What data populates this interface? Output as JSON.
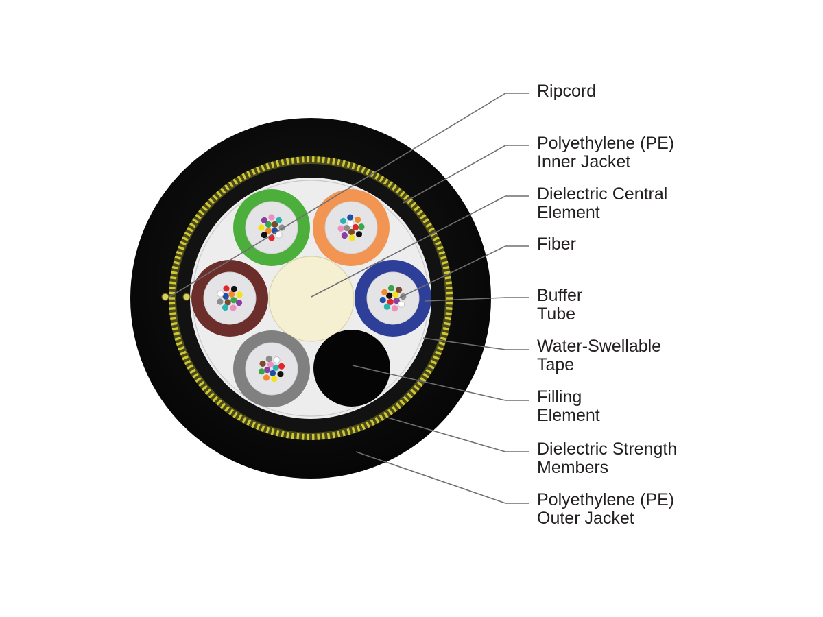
{
  "colors": {
    "outer_jacket": "#0c0c0c",
    "inner_jacket": "#121212",
    "strength_member_yellow": "#cfc832",
    "strength_member_dark": "#4a4a1e",
    "tape": "#ededee",
    "central_element": "#f5f0d2",
    "filling_element": "#050505",
    "leader_line": "#6d6e71",
    "label_text": "#231f20"
  },
  "buffer_tubes": [
    {
      "color": "#4caf3c"
    },
    {
      "color": "#f39552"
    },
    {
      "color": "#2e3f9a"
    },
    {
      "color": "#808080"
    },
    {
      "color": "#6b2e2a"
    }
  ],
  "fiber_colors": [
    "#1f4fa8",
    "#f18a2b",
    "#3aa64a",
    "#7a4a2a",
    "#8c8c8c",
    "#ffffff",
    "#e3262c",
    "#111111",
    "#f3e21b",
    "#8c3fa0",
    "#ef8fbf",
    "#2ab3b0"
  ],
  "labels": [
    {
      "lines": [
        "Ripcord"
      ]
    },
    {
      "lines": [
        "Polyethylene (PE)",
        "Inner Jacket"
      ]
    },
    {
      "lines": [
        "Dielectric Central",
        "Element"
      ]
    },
    {
      "lines": [
        "Fiber"
      ]
    },
    {
      "lines": [
        "Buffer",
        "Tube"
      ]
    },
    {
      "lines": [
        "Water-Swellable",
        "Tape"
      ]
    },
    {
      "lines": [
        "Filling",
        "Element"
      ]
    },
    {
      "lines": [
        "Dielectric Strength",
        "Members"
      ]
    },
    {
      "lines": [
        "Polyethylene (PE)",
        "Outer Jacket"
      ]
    }
  ]
}
